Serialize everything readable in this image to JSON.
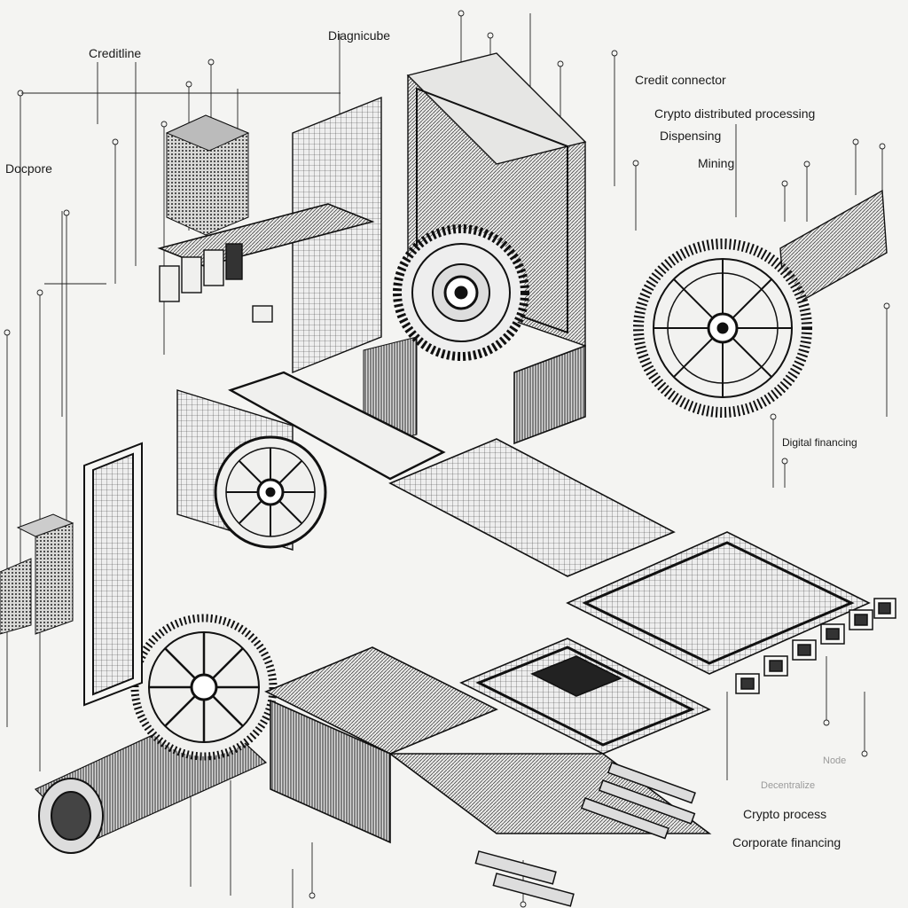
{
  "labels": {
    "credit_line": "Creditline",
    "diagram_cube": "Diagnicube",
    "decompose": "Docpore",
    "credit_connector": "Credit connector",
    "crypto_distributed": "Crypto distributed processing",
    "dispensing": "Dispensing",
    "mining": "Mining",
    "digital_financing": "Digital financing",
    "node": "Node",
    "decentralize": "Decentralize",
    "crypto_process": "Crypto process",
    "corporate_financing": "Corporate financing"
  },
  "colors": {
    "ink": "#1a1a1a",
    "paper": "#f4f4f2",
    "mid": "#8a8a8a",
    "dark": "#2b2b2b"
  }
}
